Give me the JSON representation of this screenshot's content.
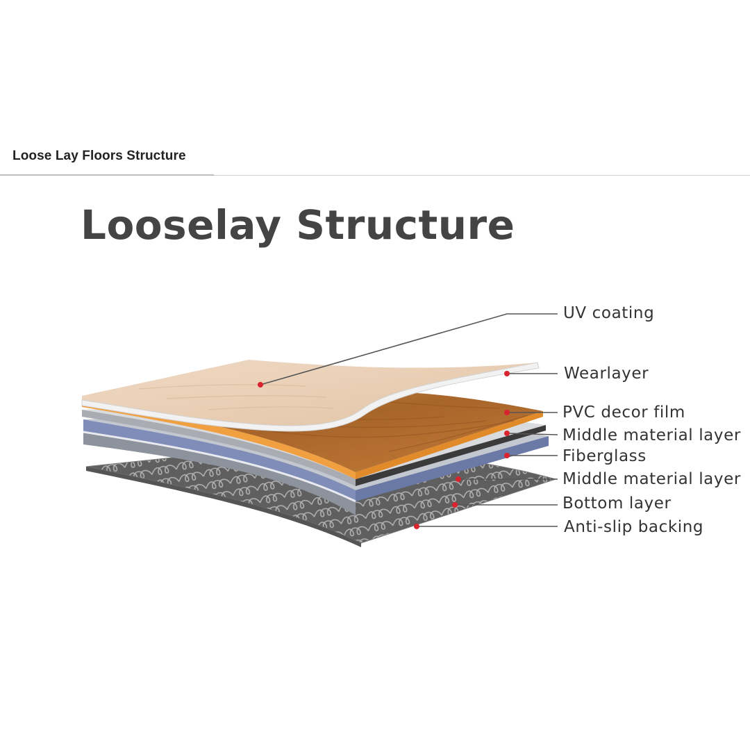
{
  "header": {
    "title": "Loose Lay Floors Structure"
  },
  "diagram": {
    "title": "Looselay Structure",
    "labels": [
      "UV coating",
      "Wearlayer",
      "PVC decor film",
      "Middle material layer",
      "Fiberglass",
      "Middle material layer",
      "Bottom layer",
      "Anti-slip backing"
    ],
    "colors": {
      "marker": "#d9232e",
      "leader": "#555555",
      "uv_coating": "#e9d1b8",
      "wood_decor": "#b9712f",
      "orange_edge": "#f0a040",
      "fiberglass": "#7f8db8",
      "gray_layer": "#9da3ad",
      "backing": "#6e6e6e"
    }
  }
}
